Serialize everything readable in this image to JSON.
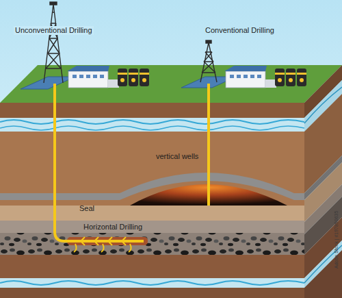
{
  "diagram": {
    "labels": [
      "Unconventional Drilling",
      "Conventional Drilling",
      "vertical wells",
      "Seal",
      "Horizontal Drilling",
      "Adobe Stock | #197890635"
    ]
  }
}
